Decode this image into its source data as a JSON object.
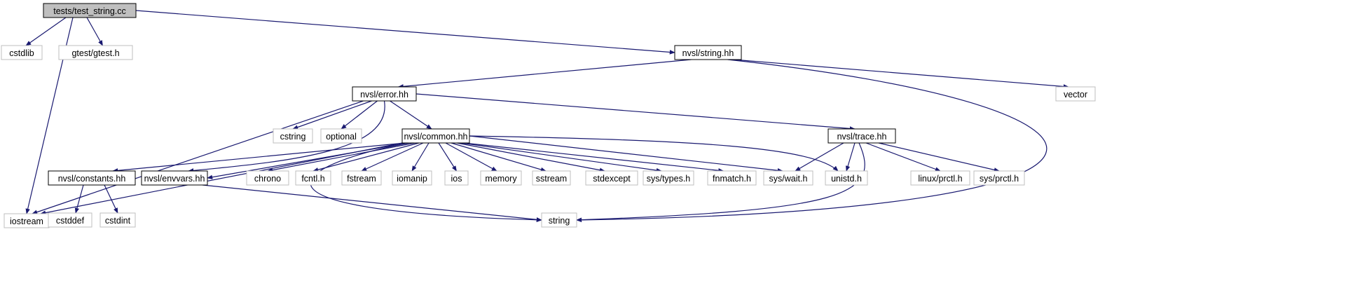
{
  "colors": {
    "edge": "#191970",
    "node_border_main": "#000000",
    "node_border_external": "#bfbfbf",
    "node_fill": "#ffffff",
    "node_fill_root": "#bfbfbf"
  },
  "graph": {
    "nodes": [
      {
        "id": "root",
        "label": "tests/test_string.cc",
        "kind": "root"
      },
      {
        "id": "cstdlib",
        "label": "cstdlib",
        "kind": "external"
      },
      {
        "id": "gtest",
        "label": "gtest/gtest.h",
        "kind": "external"
      },
      {
        "id": "iostream",
        "label": "iostream",
        "kind": "external"
      },
      {
        "id": "nvsl_string",
        "label": "nvsl/string.hh",
        "kind": "project"
      },
      {
        "id": "nvsl_error",
        "label": "nvsl/error.hh",
        "kind": "project"
      },
      {
        "id": "vector",
        "label": "vector",
        "kind": "external"
      },
      {
        "id": "string",
        "label": "string",
        "kind": "external"
      },
      {
        "id": "cstring",
        "label": "cstring",
        "kind": "external"
      },
      {
        "id": "optional",
        "label": "optional",
        "kind": "external"
      },
      {
        "id": "nvsl_common",
        "label": "nvsl/common.hh",
        "kind": "project"
      },
      {
        "id": "nvsl_trace",
        "label": "nvsl/trace.hh",
        "kind": "project"
      },
      {
        "id": "nvsl_constants",
        "label": "nvsl/constants.hh",
        "kind": "project"
      },
      {
        "id": "nvsl_envvars",
        "label": "nvsl/envvars.hh",
        "kind": "project"
      },
      {
        "id": "chrono",
        "label": "chrono",
        "kind": "external"
      },
      {
        "id": "fcntl",
        "label": "fcntl.h",
        "kind": "external"
      },
      {
        "id": "fstream",
        "label": "fstream",
        "kind": "external"
      },
      {
        "id": "iomanip",
        "label": "iomanip",
        "kind": "external"
      },
      {
        "id": "ios",
        "label": "ios",
        "kind": "external"
      },
      {
        "id": "memory",
        "label": "memory",
        "kind": "external"
      },
      {
        "id": "sstream",
        "label": "sstream",
        "kind": "external"
      },
      {
        "id": "stdexcept",
        "label": "stdexcept",
        "kind": "external"
      },
      {
        "id": "sys_types",
        "label": "sys/types.h",
        "kind": "external"
      },
      {
        "id": "fnmatch",
        "label": "fnmatch.h",
        "kind": "external"
      },
      {
        "id": "sys_wait",
        "label": "sys/wait.h",
        "kind": "external"
      },
      {
        "id": "unistd",
        "label": "unistd.h",
        "kind": "external"
      },
      {
        "id": "linux_prctl",
        "label": "linux/prctl.h",
        "kind": "external"
      },
      {
        "id": "sys_prctl",
        "label": "sys/prctl.h",
        "kind": "external"
      },
      {
        "id": "cstddef",
        "label": "cstddef",
        "kind": "external"
      },
      {
        "id": "cstdint",
        "label": "cstdint",
        "kind": "external"
      }
    ],
    "edges": [
      {
        "from": "root",
        "to": "cstdlib"
      },
      {
        "from": "root",
        "to": "gtest"
      },
      {
        "from": "root",
        "to": "iostream"
      },
      {
        "from": "root",
        "to": "nvsl_string"
      },
      {
        "from": "nvsl_string",
        "to": "nvsl_error"
      },
      {
        "from": "nvsl_string",
        "to": "vector"
      },
      {
        "from": "nvsl_string",
        "to": "string"
      },
      {
        "from": "nvsl_error",
        "to": "iostream"
      },
      {
        "from": "nvsl_error",
        "to": "cstring"
      },
      {
        "from": "nvsl_error",
        "to": "optional"
      },
      {
        "from": "nvsl_error",
        "to": "nvsl_common"
      },
      {
        "from": "nvsl_error",
        "to": "nvsl_envvars"
      },
      {
        "from": "nvsl_error",
        "to": "nvsl_trace"
      },
      {
        "from": "nvsl_common",
        "to": "iostream"
      },
      {
        "from": "nvsl_common",
        "to": "nvsl_constants"
      },
      {
        "from": "nvsl_common",
        "to": "nvsl_envvars"
      },
      {
        "from": "nvsl_common",
        "to": "string"
      },
      {
        "from": "nvsl_common",
        "to": "chrono"
      },
      {
        "from": "nvsl_common",
        "to": "fcntl"
      },
      {
        "from": "nvsl_common",
        "to": "fstream"
      },
      {
        "from": "nvsl_common",
        "to": "iomanip"
      },
      {
        "from": "nvsl_common",
        "to": "ios"
      },
      {
        "from": "nvsl_common",
        "to": "memory"
      },
      {
        "from": "nvsl_common",
        "to": "sstream"
      },
      {
        "from": "nvsl_common",
        "to": "stdexcept"
      },
      {
        "from": "nvsl_common",
        "to": "sys_types"
      },
      {
        "from": "nvsl_common",
        "to": "fnmatch"
      },
      {
        "from": "nvsl_common",
        "to": "sys_wait"
      },
      {
        "from": "nvsl_common",
        "to": "unistd"
      },
      {
        "from": "nvsl_constants",
        "to": "cstddef"
      },
      {
        "from": "nvsl_constants",
        "to": "cstdint"
      },
      {
        "from": "nvsl_envvars",
        "to": "string"
      },
      {
        "from": "nvsl_trace",
        "to": "sys_wait"
      },
      {
        "from": "nvsl_trace",
        "to": "unistd"
      },
      {
        "from": "nvsl_trace",
        "to": "linux_prctl"
      },
      {
        "from": "nvsl_trace",
        "to": "sys_prctl"
      },
      {
        "from": "nvsl_trace",
        "to": "string"
      }
    ]
  }
}
